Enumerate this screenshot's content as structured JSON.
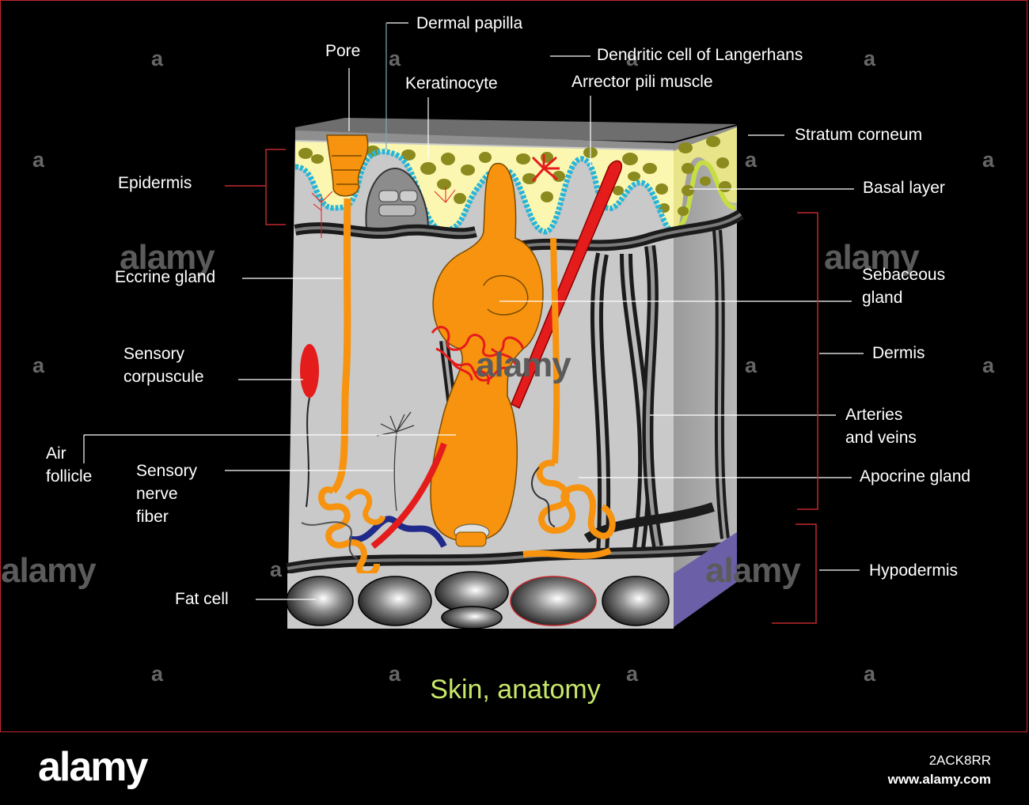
{
  "title": "Skin, anatomy",
  "labels": {
    "dermal_papilla": "Dermal papilla",
    "pore": "Pore",
    "dendritic_cell": "Dendritic cell of Langerhans",
    "keratinocyte": "Keratinocyte",
    "arrector_pili": "Arrector pili muscle",
    "stratum_corneum": "Stratum corneum",
    "epidermis": "Epidermis",
    "basal_layer": "Basal layer",
    "eccrine_gland": "Eccrine gland",
    "sebaceous_gland": "Sebaceous\ngland",
    "dermis": "Dermis",
    "sensory_corpuscule": "Sensory\ncorpuscule",
    "arteries_veins": "Arteries\nand veins",
    "air_follicle": "Air\nfollicle",
    "sensory_nerve_fiber": "Sensory\nnerve\nfiber",
    "apocrine_gland": "Apocrine gland",
    "hypodermis": "Hypodermis",
    "fat_cell": "Fat cell"
  },
  "watermark": {
    "mark": "a",
    "brand": "alamy"
  },
  "footer": {
    "logo": "alamy",
    "image_code": "2ACK8RR",
    "url": "www.alamy.com"
  },
  "colors": {
    "background": "#000000",
    "frame_border": "#c0282d",
    "title": "#c8e86a",
    "label_text": "#ffffff",
    "epidermis_yellow": "#fbf7b0",
    "keratinocyte_olive": "#8a8a1e",
    "basal_cyan": "#27b6d8",
    "gland_orange": "#f7930e",
    "muscle_red": "#e51c1c",
    "skin_block_gray": "#c9c9c9",
    "hypodermis_side_blue": "#6b5fa8"
  }
}
